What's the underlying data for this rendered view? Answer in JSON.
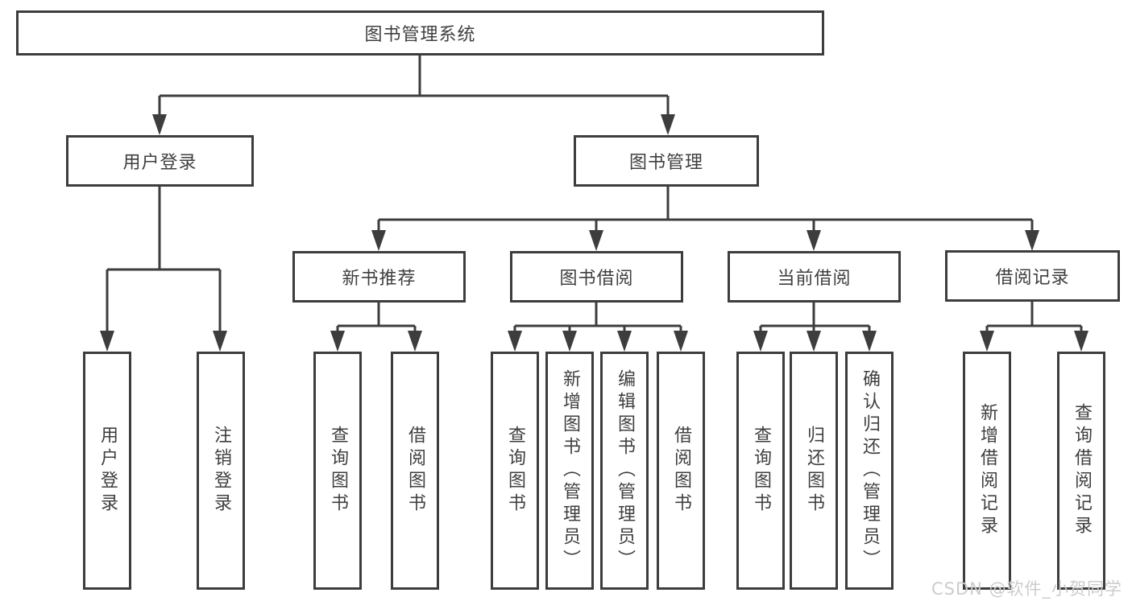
{
  "colors": {
    "line": "#3d3d3d",
    "text": "#3f3f3f",
    "watermark": "#cccccc",
    "background": "#ffffff"
  },
  "watermark": "CSDN @软件_小贺同学",
  "nodes": {
    "root": "图书管理系统",
    "user_login": "用户登录",
    "book_mgmt": "图书管理",
    "new_book": "新书推荐",
    "book_borrow": "图书借阅",
    "current_borrow": "当前借阅",
    "borrow_records": "借阅记录",
    "ul_login": "用户登录",
    "ul_logout": "注销登录",
    "nb_query": "查询图书",
    "nb_borrow": "借阅图书",
    "bb_query": "查询图书",
    "bb_add": "新增图书（管理员）",
    "bb_edit": "编辑图书（管理员）",
    "bb_borrow": "借阅图书",
    "cb_query": "查询图书",
    "cb_return": "归还图书",
    "cb_confirm": "确认归还（管理员）",
    "br_add": "新增借阅记录",
    "br_query": "查询借阅记录"
  }
}
